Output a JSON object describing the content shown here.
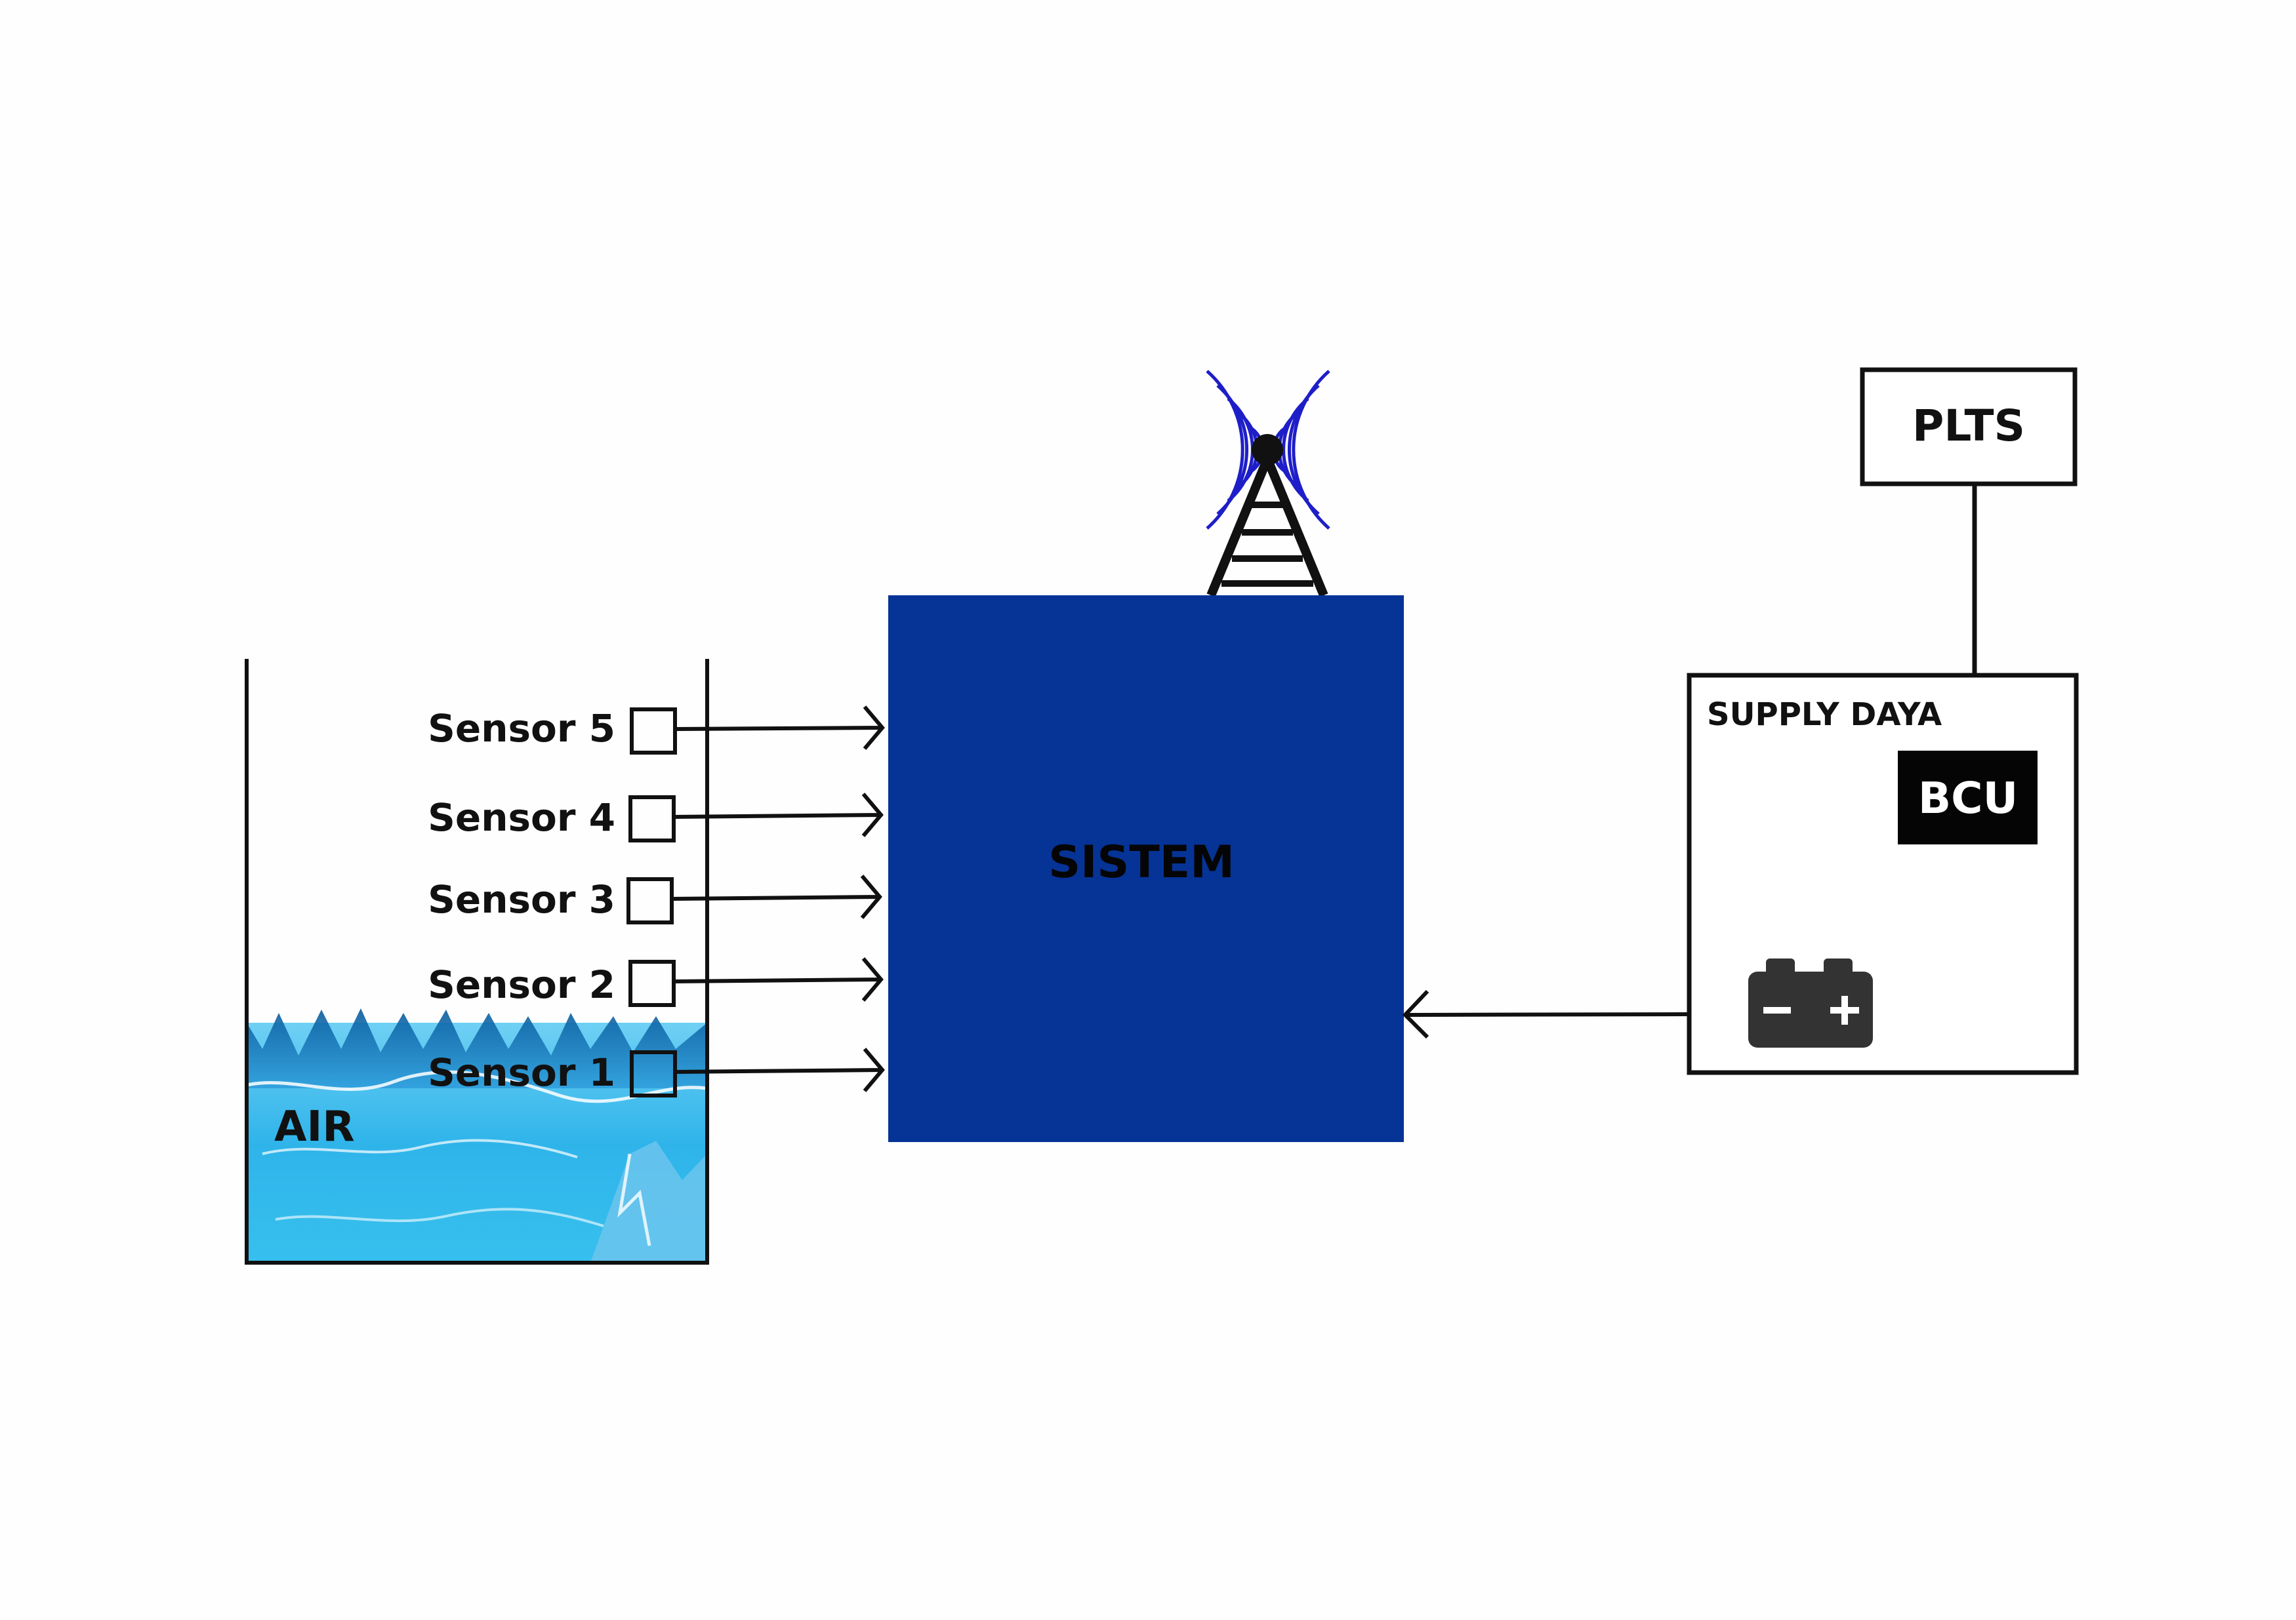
{
  "tank": {
    "label": "AIR"
  },
  "sensors": [
    {
      "label": "Sensor 5"
    },
    {
      "label": "Sensor 4"
    },
    {
      "label": "Sensor 3"
    },
    {
      "label": "Sensor 2"
    },
    {
      "label": "Sensor 1"
    }
  ],
  "system": {
    "label": "SISTEM",
    "color": "#063396"
  },
  "antenna": {
    "icon": "antenna-tower-icon",
    "signal_color": "#1e1ec8"
  },
  "plts": {
    "label": "PLTS"
  },
  "supply": {
    "label": "SUPPLY DAYA",
    "bcu": {
      "label": "BCU"
    },
    "battery": {
      "icon": "battery-icon"
    }
  }
}
